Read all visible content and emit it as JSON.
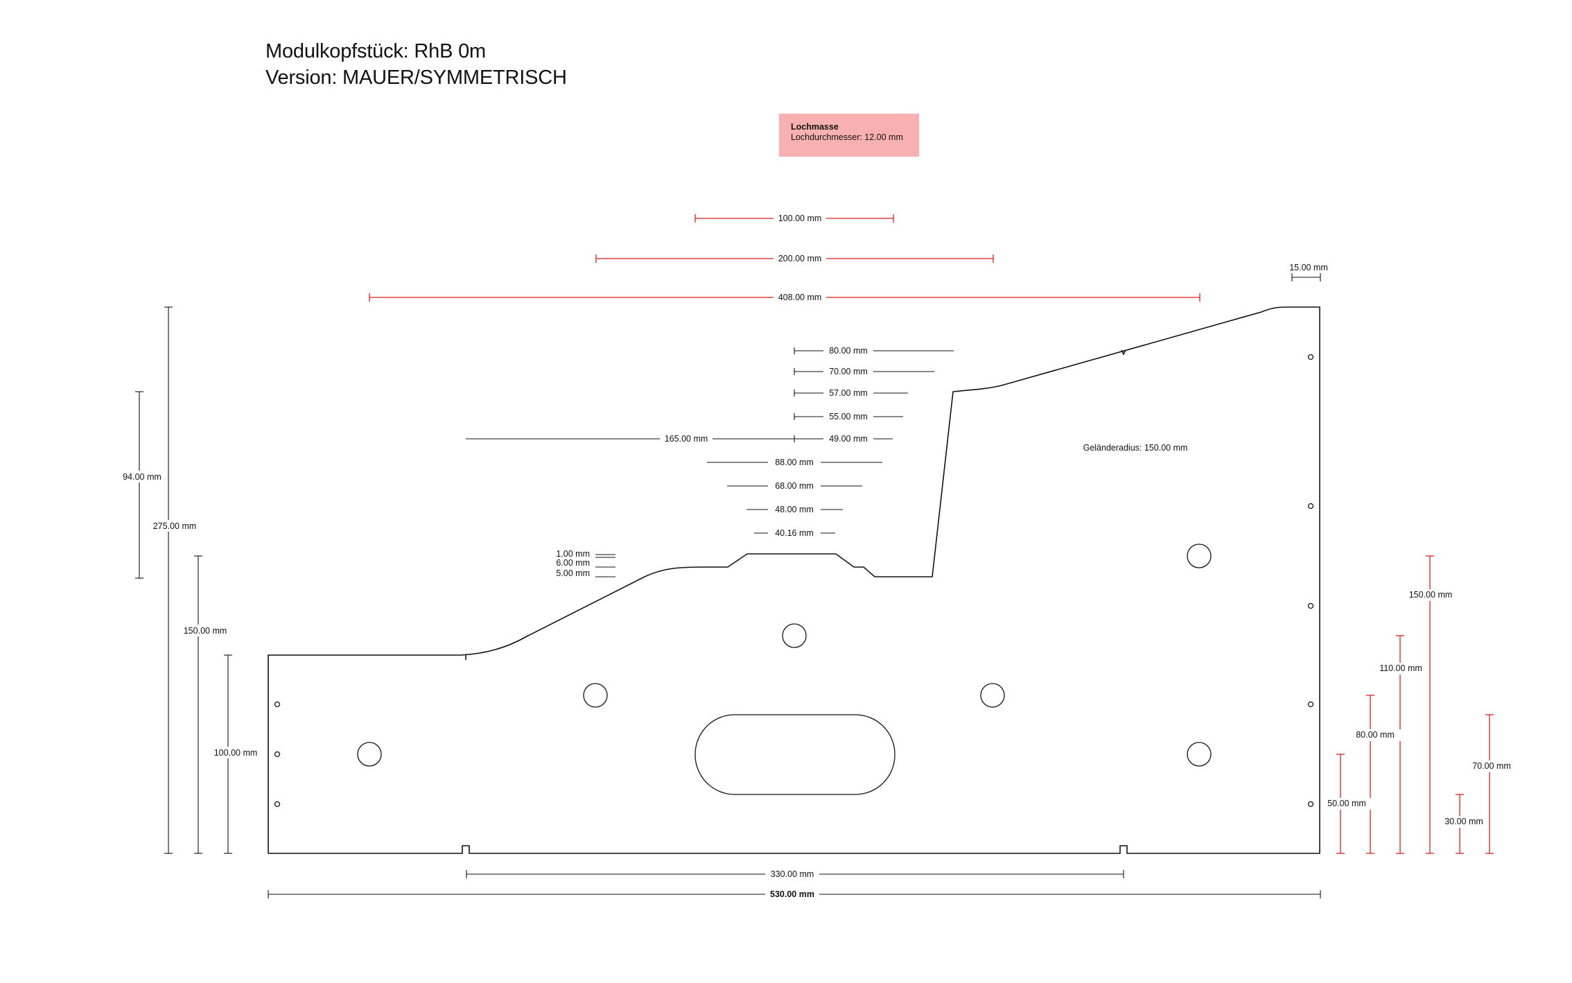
{
  "title": {
    "line1": "Modulkopfstück: RhB 0m",
    "line2": "Version: MAUER/SYMMETRISCH"
  },
  "info_box": {
    "heading": "Lochmasse",
    "line": "Lochdurchmesser: 12.00 mm",
    "color": "#f9b0b0"
  },
  "colors": {
    "outline": "#111111",
    "dimension_black": "#111111",
    "dimension_red": "#e11d1d"
  },
  "dimensions": {
    "red_top": [
      "100.00 mm",
      "200.00 mm",
      "408.00 mm"
    ],
    "corner_15": "15.00 mm",
    "center_stack": [
      "80.00 mm",
      "70.00 mm",
      "57.00 mm",
      "55.00 mm",
      "49.00 mm",
      "88.00 mm",
      "68.00 mm",
      "48.00 mm",
      "40.16 mm"
    ],
    "offset_165": "165.00 mm",
    "small_steps": [
      "1.00 mm",
      "6.00 mm",
      "5.00 mm"
    ],
    "left_vertical": [
      "94.00 mm",
      "275.00 mm",
      "150.00 mm",
      "100.00 mm"
    ],
    "railing_radius": "Geländeradius: 150.00 mm",
    "right_red_vertical": [
      "150.00 mm",
      "110.00 mm",
      "80.00 mm",
      "70.00 mm",
      "50.00 mm",
      "30.00 mm"
    ],
    "bottom": [
      "330.00 mm",
      "530.00 mm"
    ]
  }
}
